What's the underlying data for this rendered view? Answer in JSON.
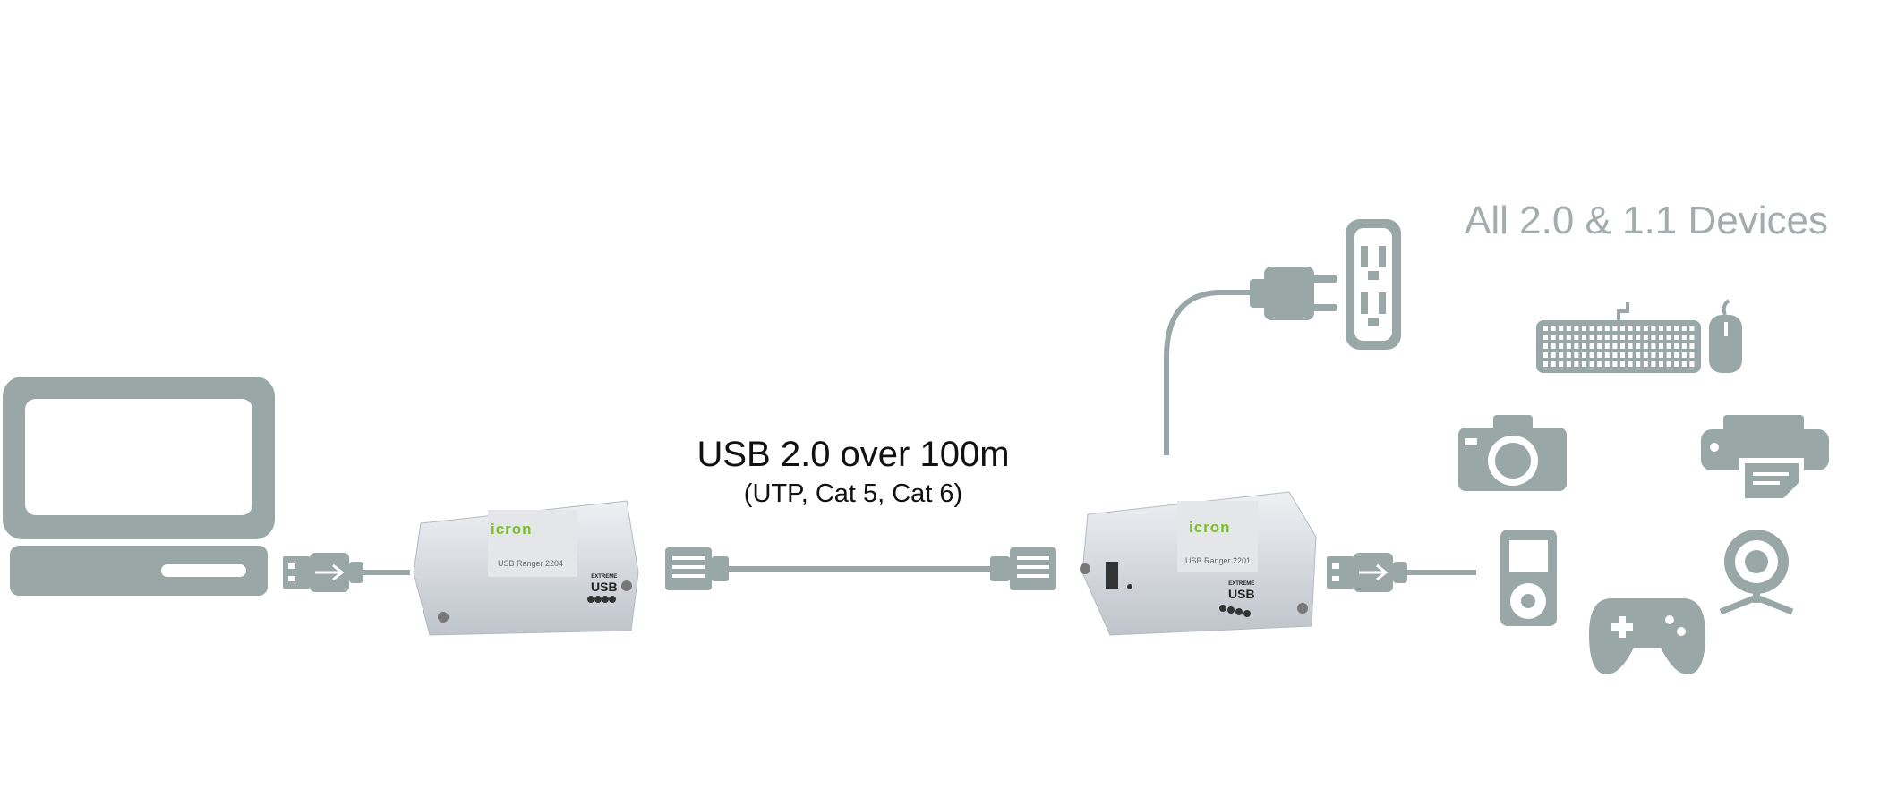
{
  "heading": "All 2.0 & 1.1 Devices",
  "cable": {
    "title": "USB 2.0 over 100m",
    "subtitle": "(UTP, Cat 5, Cat 6)"
  },
  "local_unit": {
    "brand": "icron",
    "model": "USB Ranger 2204",
    "badge_top": "EXTREME",
    "badge": "USB"
  },
  "remote_unit": {
    "brand": "icron",
    "model": "USB Ranger 2201",
    "badge_top": "EXTREME",
    "badge": "USB"
  },
  "colors": {
    "icon_gray": "#99a7a6",
    "heading": "#a3adad",
    "brand_green": "#7cbf2b"
  },
  "icons": [
    "computer-icon",
    "usb-plug-icon",
    "rj45-plug-icon",
    "power-plug-icon",
    "power-outlet-icon",
    "keyboard-icon",
    "mouse-icon",
    "camera-icon",
    "printer-icon",
    "media-player-icon",
    "gamepad-icon",
    "webcam-icon"
  ]
}
